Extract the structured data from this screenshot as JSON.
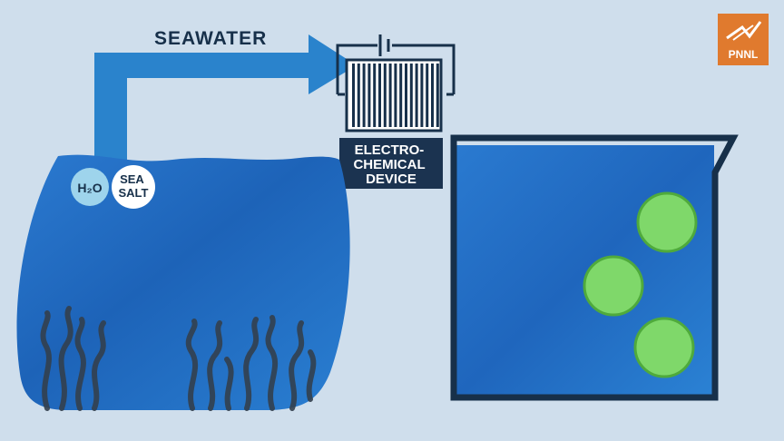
{
  "diagram": {
    "arrow_label": "SEAWATER",
    "device_label": [
      "ELECTRO-",
      "CHEMICAL",
      "DEVICE"
    ],
    "badges": {
      "h2o": "H₂O",
      "sea_salt": [
        "SEA",
        "SALT"
      ]
    },
    "logo_text": "PNNL"
  },
  "colors": {
    "background": "#cfdeec",
    "water": "#1f6fc4",
    "water_light": "#3a8ad6",
    "arrow": "#2a83cc",
    "dark_navy": "#17304a",
    "mineral": "#7fd86a",
    "mineral_edge": "#4faa3c",
    "logo_orange": "#e07a2e",
    "badge_h2o": "#9ed4ec",
    "badge_salt": "#ffffff"
  },
  "icons": [
    "seawater-arrow-icon",
    "battery-icon",
    "electrode-stack-icon",
    "seaweed-icon",
    "mineral-particle-icon",
    "pnnl-logo-icon"
  ]
}
